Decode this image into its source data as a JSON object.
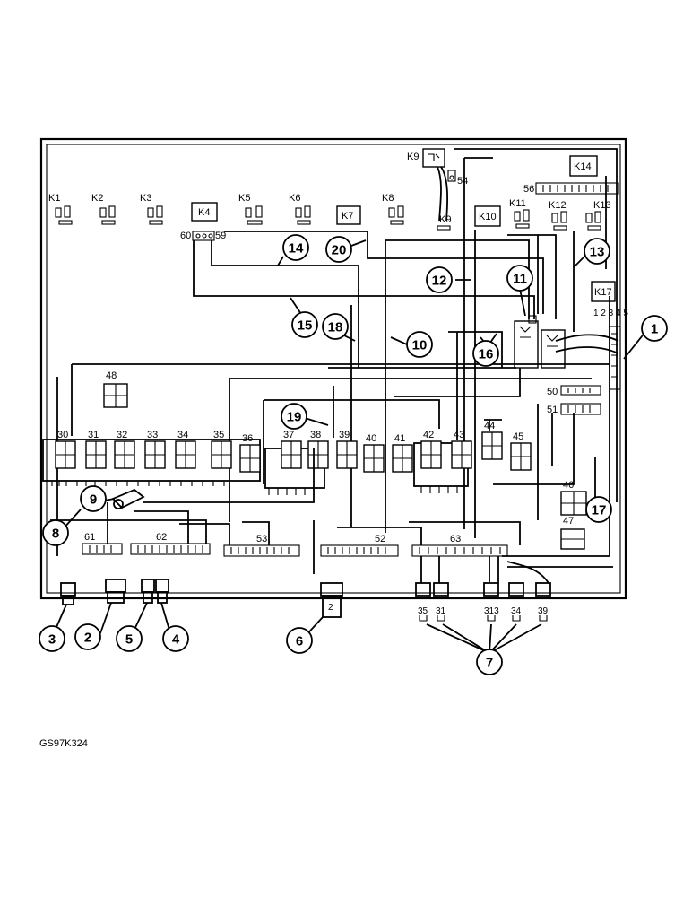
{
  "relays": [
    {
      "id": "k1",
      "label": "K1"
    },
    {
      "id": "k2",
      "label": "K2"
    },
    {
      "id": "k3",
      "label": "K3"
    },
    {
      "id": "k4",
      "label": "K4"
    },
    {
      "id": "k5",
      "label": "K5"
    },
    {
      "id": "k6",
      "label": "K6"
    },
    {
      "id": "k7",
      "label": "K7"
    },
    {
      "id": "k8",
      "label": "K8"
    },
    {
      "id": "k9",
      "label": "K9"
    },
    {
      "id": "k10",
      "label": "K10"
    },
    {
      "id": "k11",
      "label": "K11"
    },
    {
      "id": "k12",
      "label": "K12"
    },
    {
      "id": "k13",
      "label": "K13"
    },
    {
      "id": "k14",
      "label": "K14"
    },
    {
      "id": "k17",
      "label": "K17"
    }
  ],
  "terminal_labels": {
    "t60": "60",
    "t59": "59",
    "t54": "54",
    "t56": "56",
    "t48": "48",
    "t50": "50",
    "t51": "51",
    "t46": "46",
    "t47": "47",
    "t61": "61",
    "t62": "62",
    "t53": "53",
    "t52": "52",
    "t63": "63",
    "k17_pins": "1 2 3 4 5"
  },
  "fuse_labels": [
    "30",
    "31",
    "32",
    "33",
    "34",
    "35",
    "36",
    "37",
    "38",
    "39",
    "40",
    "41",
    "42",
    "43",
    "44",
    "45"
  ],
  "connector_labels": {
    "c2": "2",
    "c35": "35",
    "c31": "31",
    "c313": "313",
    "c34": "34",
    "c39": "39"
  },
  "callouts": [
    "1",
    "2",
    "3",
    "4",
    "5",
    "6",
    "7",
    "8",
    "9",
    "10",
    "11",
    "12",
    "13",
    "14",
    "15",
    "16",
    "17",
    "18",
    "19",
    "20"
  ],
  "figure_code": "GS97K324"
}
